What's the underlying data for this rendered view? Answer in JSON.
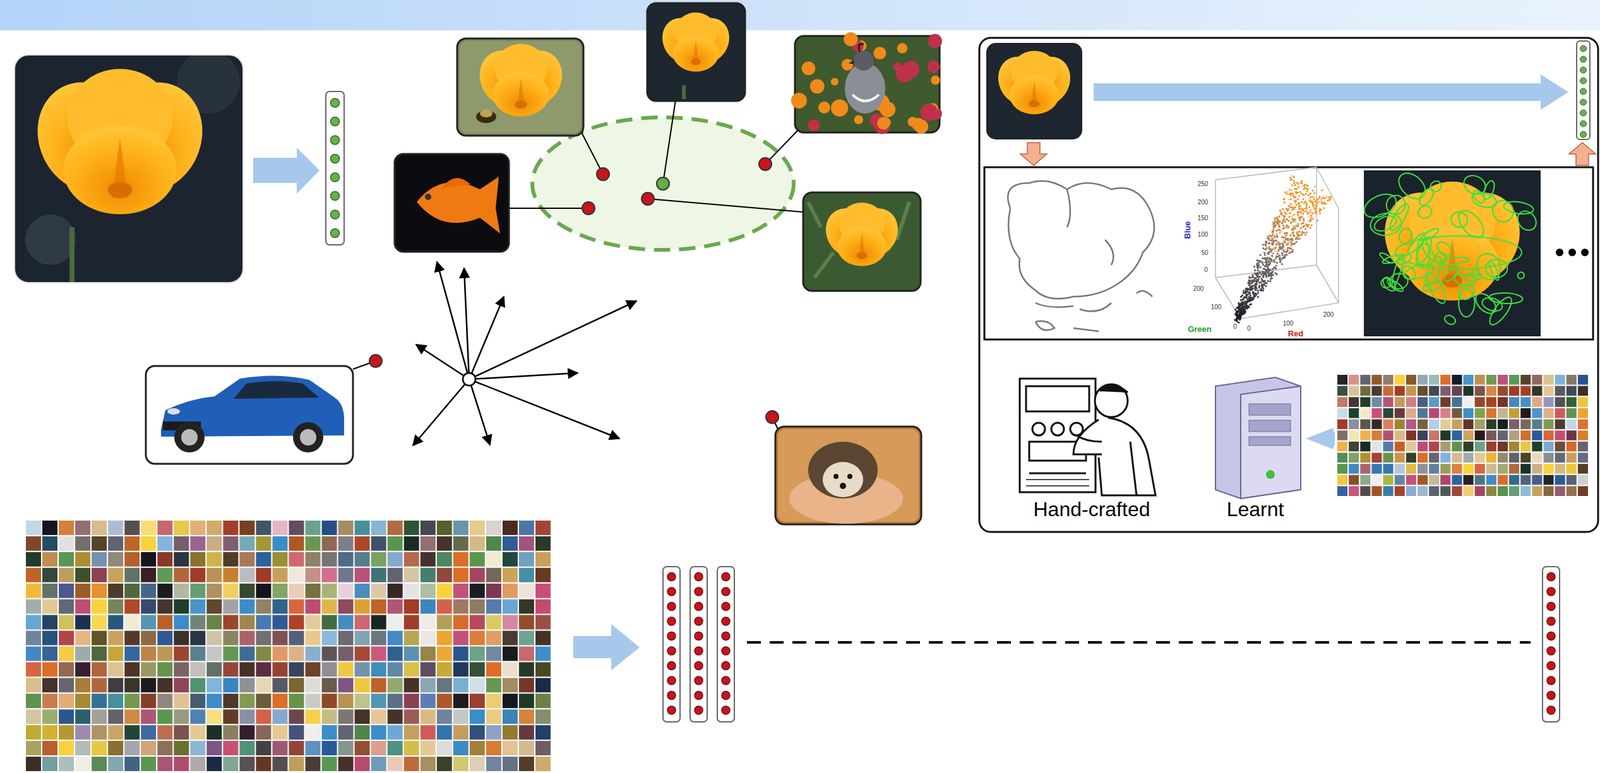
{
  "diagram": {
    "labels": [
      "Blue",
      "250",
      "200",
      "150",
      "100",
      "50",
      "0",
      "200",
      "100",
      "0",
      "Green",
      "0",
      "100",
      "200",
      "Red",
      "Hand-crafted",
      "Learnt"
    ]
  }
}
